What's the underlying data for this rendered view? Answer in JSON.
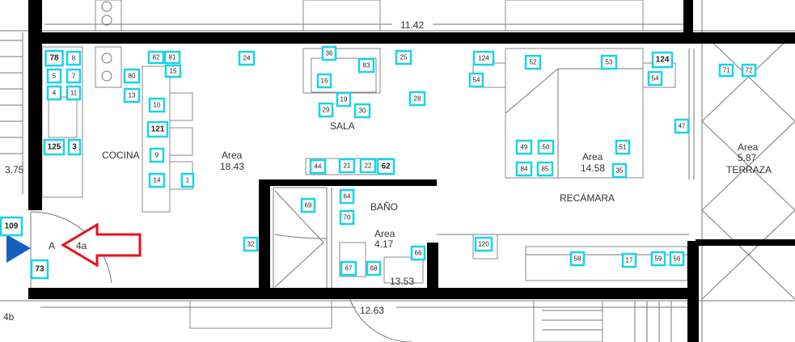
{
  "rooms": {
    "cocina": "COCINA",
    "sala": "SALA",
    "bano": "BAÑO",
    "recamara": "RECÁMARA",
    "terraza": "TERRAZA"
  },
  "areas": {
    "main": {
      "label": "Area",
      "value": "18.43"
    },
    "bano": {
      "label": "Area",
      "value": "4.17"
    },
    "recamara": {
      "label": "Area",
      "value": "14.58"
    },
    "terraza": {
      "label": "Area",
      "value": "5.87"
    }
  },
  "dimensions": {
    "top": "11.42",
    "bottom": "12.63",
    "left": "3.75",
    "bano_bottom": "13.53",
    "corner": "4b"
  },
  "reference": {
    "a": "A",
    "code": "4a"
  },
  "tags": [
    "78",
    "8",
    "5",
    "7",
    "4",
    "11",
    "125",
    "3",
    "82",
    "81",
    "15",
    "80",
    "13",
    "10",
    "121",
    "9",
    "14",
    "1",
    "24",
    "36",
    "83",
    "25",
    "16",
    "19",
    "29",
    "30",
    "28",
    "124",
    "54",
    "52",
    "53",
    "124",
    "54",
    "71",
    "72",
    "47",
    "49",
    "50",
    "51",
    "84",
    "85",
    "35",
    "44",
    "21",
    "22",
    "62",
    "64",
    "69",
    "70",
    "32",
    "66",
    "67",
    "68",
    "120",
    "58",
    "17",
    "59",
    "56",
    "109",
    "73"
  ],
  "colors": {
    "tag_border": "#17d3ea",
    "wall": "#000000",
    "arrow": "#e8121b",
    "marker": "#1560bd"
  }
}
